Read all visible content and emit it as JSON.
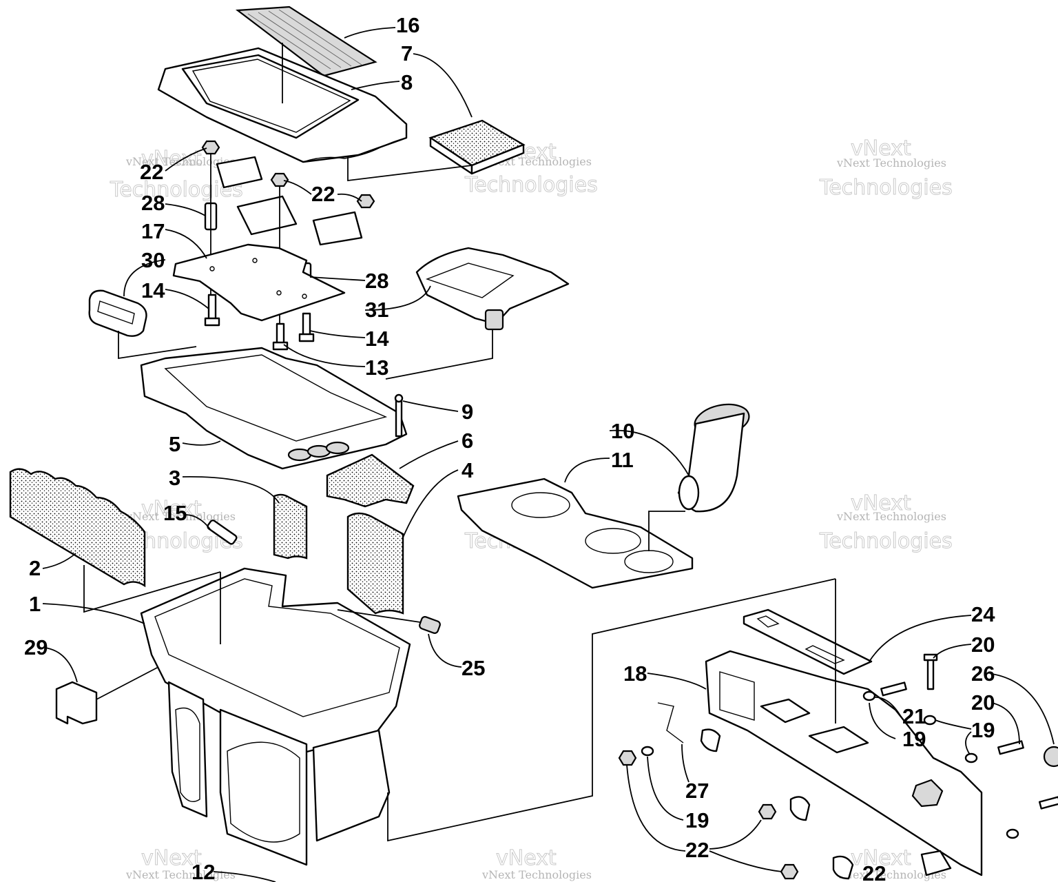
{
  "watermark": {
    "small": "vNext Technologies",
    "big_top": "vNext",
    "big_bottom": "Technologies"
  },
  "callouts": {
    "c16": "16",
    "c7": "7",
    "c8": "8",
    "c22a": "22",
    "c22b": "22",
    "c28a": "28",
    "c28b": "28",
    "c17": "17",
    "c30": "30",
    "c31": "31",
    "c14a": "14",
    "c14b": "14",
    "c13": "13",
    "c9": "9",
    "c10": "10",
    "c11": "11",
    "c5": "5",
    "c6": "6",
    "c3": "3",
    "c4": "4",
    "c15": "15",
    "c2": "2",
    "c1": "1",
    "c29": "29",
    "c25": "25",
    "c12": "12",
    "c24": "24",
    "c20a": "20",
    "c18": "18",
    "c26": "26",
    "c21": "21",
    "c20b": "20",
    "c19a": "19",
    "c19b": "19",
    "c27": "27",
    "c19c": "19",
    "c22c": "22",
    "c22d": "22"
  }
}
